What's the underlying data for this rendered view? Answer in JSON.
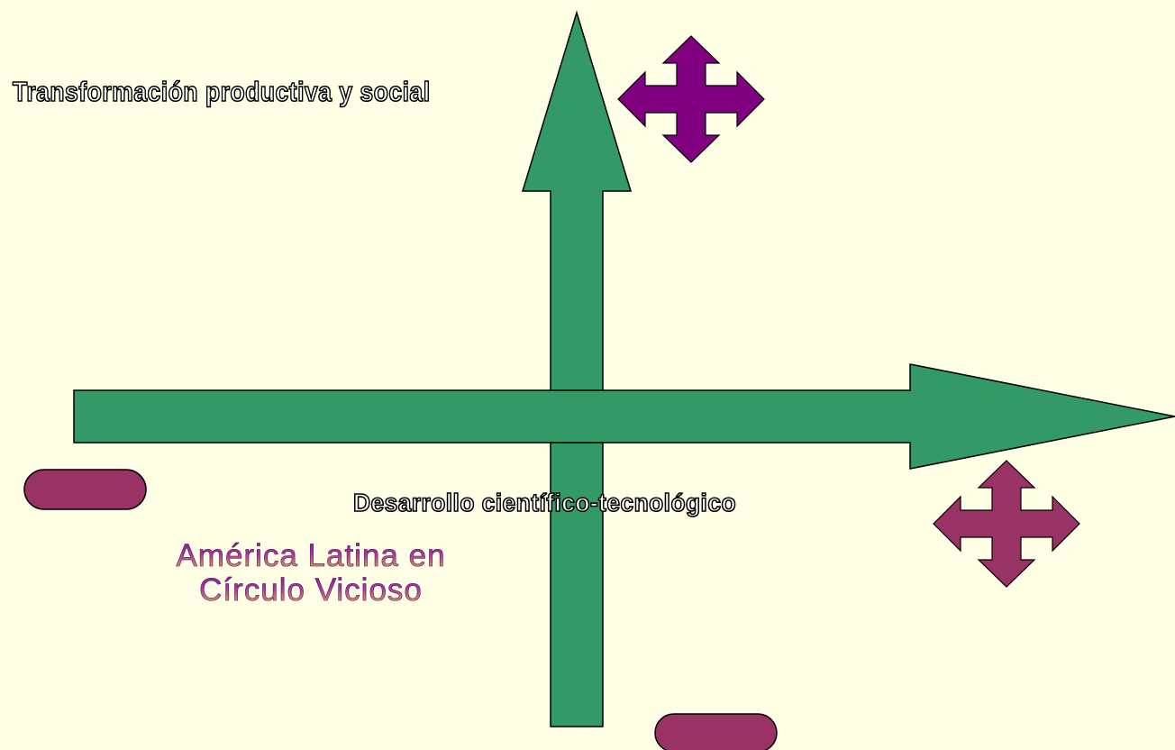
{
  "labels": {
    "top": "Transformación productiva y social",
    "bottom": "Desarrollo científico-tecnológico"
  },
  "caption": {
    "line1": "América Latina en",
    "line2": "Círculo Vicioso"
  },
  "colors": {
    "background": "#ffffe6",
    "arrow": "#339966",
    "move_icon_top": "#800080",
    "move_icon_bottom": "#993366",
    "minus_sign": "#993366",
    "outline": "#000000"
  },
  "icons": [
    "move-arrows-icon",
    "move-arrows-icon",
    "minus-sign-icon",
    "minus-sign-icon"
  ]
}
